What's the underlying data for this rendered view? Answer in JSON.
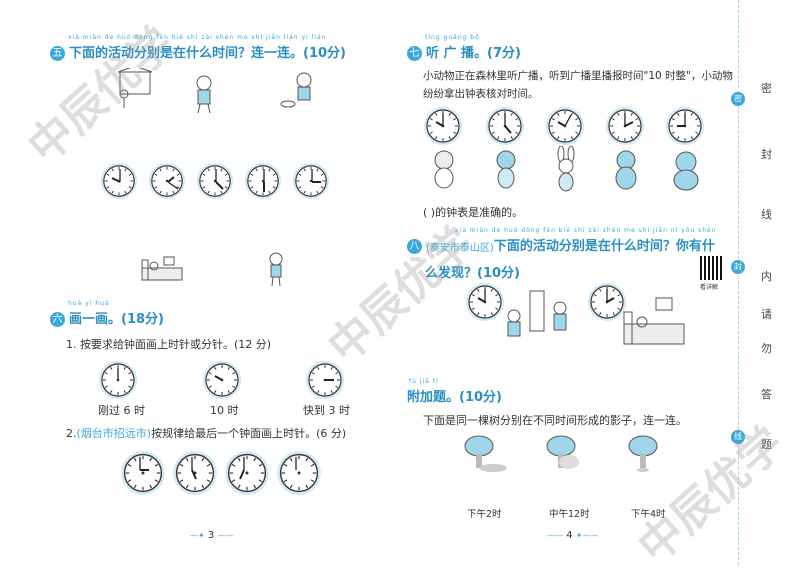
{
  "left": {
    "s5": {
      "num": "五",
      "pinyin": "xià miàn de huó dòng fēn bié shì zài shén me shí jiān  lián yi lián",
      "title": "下面的活动分别是在什么时间？连一连。(10分)"
    },
    "s6": {
      "num": "六",
      "pinyin": "huà yi huà",
      "title": "画一画。(18分)",
      "q1": "1. 按要求给钟面画上时针或分针。(12 分)",
      "q1_labels": [
        "刚过 6 时",
        "10 时",
        "快到 3 时"
      ],
      "q2_prefix": "2.",
      "q2_tag": "(烟台市招远市)",
      "q2_text": "按规律给最后一个钟面画上时针。(6 分)"
    },
    "pagenum": "3"
  },
  "right": {
    "s7": {
      "num": "七",
      "pinyin": "tīng guǎng bō",
      "title": "听 广 播。(7分)",
      "text1": "小动物正在森林里听广播，听到广播里播报时间\"10 时整\"，小动物",
      "text2": "纷纷拿出钟表核对时间。",
      "answer": "(        )的钟表是准确的。"
    },
    "s8": {
      "num": "八",
      "pinyin": "xià miàn de huó dòng fēn bié shì zài shén me shí jiān   nǐ yǒu shén",
      "tag": "(泰安市泰山区)",
      "title": "下面的活动分别是在什么时间？你有什",
      "title2": "么发现？(10分)"
    },
    "extra": {
      "pinyin": "fù jiā tí",
      "title": "附加题。(10分)",
      "text": "下面是同一棵树分别在不同时间形成的影子，连一连。",
      "labels": [
        "下午2时",
        "中午12时",
        "下午4时"
      ]
    },
    "qr_label": "看详解",
    "pagenum": "4"
  },
  "gutter": {
    "chars": [
      "密",
      "封",
      "线",
      "内",
      "请",
      "勿",
      "答",
      "题"
    ],
    "dots": [
      "密",
      "封",
      "线"
    ]
  },
  "watermark": "中辰优学"
}
